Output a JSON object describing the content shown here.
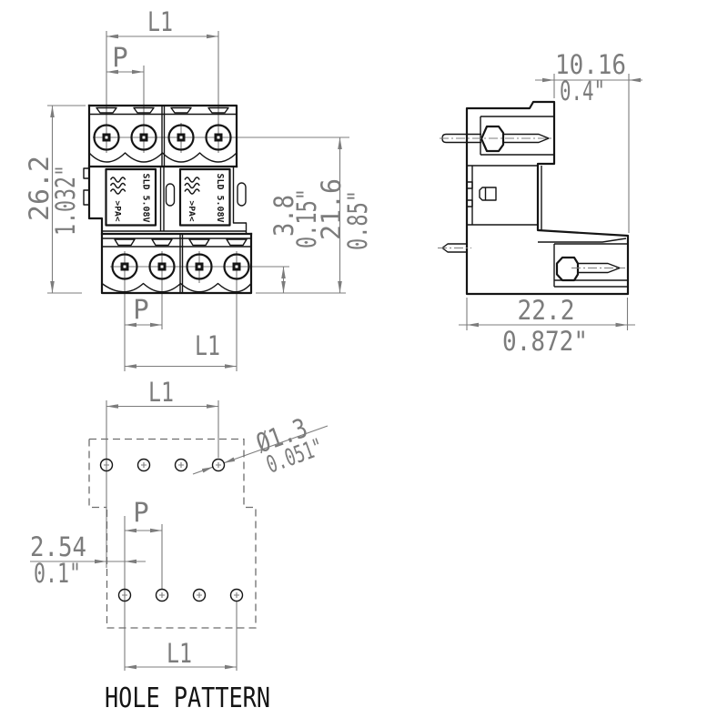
{
  "drawing": {
    "colors": {
      "outline": "#151515",
      "dimension": "#7c7c7c"
    },
    "front_view": {
      "dim_l1_top": "L1",
      "dim_p_top": "P",
      "dim_height_mm": "26.2",
      "dim_height_inch": "1.032\"",
      "dim_offset_mm": "3.8",
      "dim_offset_inch": "0.15\"",
      "dim_depth_mm": "21.6",
      "dim_depth_inch": "0.85\"",
      "dim_p_bottom": "P",
      "dim_l1_bottom": "L1",
      "marking_series": "SLD 5.08V",
      "marking_material": ">PA<"
    },
    "side_view": {
      "dim_top_mm": "10.16",
      "dim_top_inch": "0.4\"",
      "dim_width_mm": "22.2",
      "dim_width_inch": "0.872\""
    },
    "hole_pattern": {
      "dim_l1_top": "L1",
      "dim_hole_dia_mm": "Ø1.3",
      "dim_hole_dia_inch": "0.051\"",
      "dim_p": "P",
      "dim_offset_mm": "2.54",
      "dim_offset_inch": "0.1\"",
      "dim_l1_bottom": "L1",
      "caption": "HOLE PATTERN"
    }
  }
}
